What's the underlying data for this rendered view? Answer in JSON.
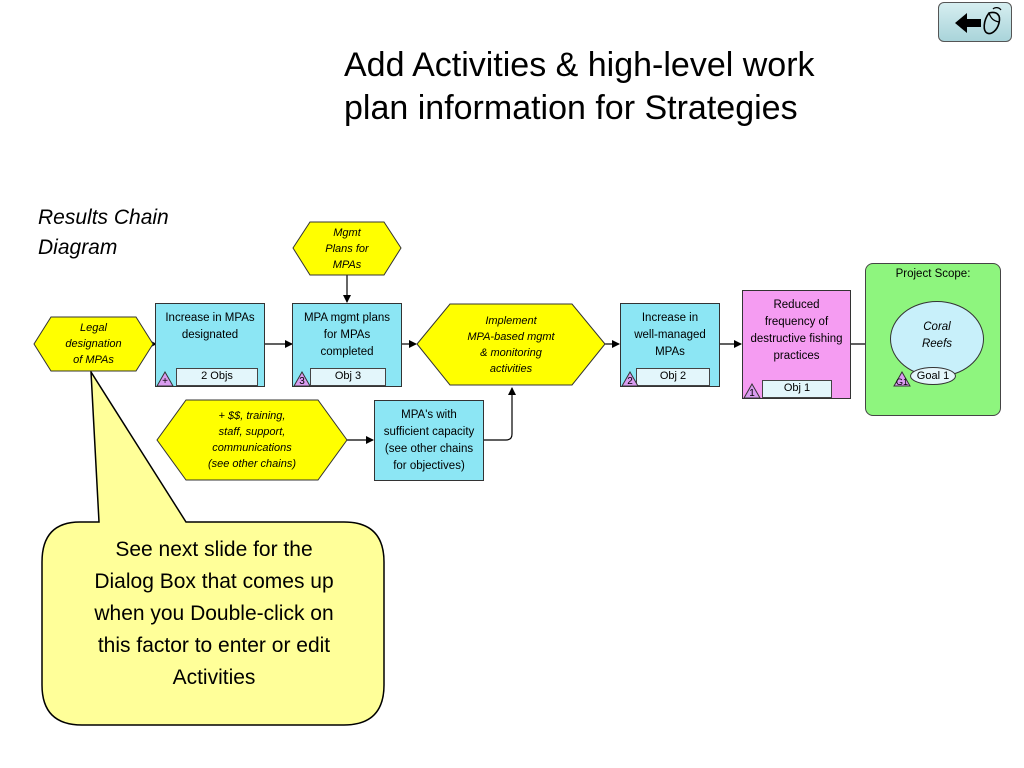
{
  "title": {
    "line1": "Add Activities & high-level work",
    "line2": "plan information for Strategies"
  },
  "subtitle": {
    "line1": "Results Chain",
    "line2": "Diagram"
  },
  "nav": {
    "icon": "back-arrow-mouse-icon"
  },
  "diagram": {
    "factors": {
      "legal": {
        "lines": [
          "Legal",
          "designation",
          "of MPAs"
        ],
        "color": "#ffff00"
      },
      "mgmt_plans": {
        "lines": [
          "Mgmt",
          "Plans for",
          "MPAs"
        ],
        "color": "#ffff00"
      },
      "implement": {
        "lines": [
          "Implement",
          "MPA-based mgmt",
          "& monitoring",
          "activities"
        ],
        "color": "#ffff00"
      },
      "resources": {
        "lines": [
          "+ $$, training,",
          "staff, support,",
          "communications",
          "(see other chains)"
        ],
        "color": "#ffff00"
      }
    },
    "results": {
      "increase_mpas": {
        "lines": [
          "Increase in MPAs",
          "designated"
        ],
        "obj": "2 Objs",
        "tag": "+",
        "color": "#8ce6f4"
      },
      "mpa_plans": {
        "lines": [
          "MPA mgmt plans",
          "for MPAs",
          "completed"
        ],
        "obj": "Obj 3",
        "tag": "3",
        "color": "#8ce6f4"
      },
      "well_managed": {
        "lines": [
          "Increase in",
          "well-managed",
          "MPAs"
        ],
        "obj": "Obj 2",
        "tag": "2",
        "color": "#8ce6f4"
      },
      "capacity": {
        "lines": [
          "MPA's with",
          "sufficient capacity",
          "(see other chains",
          "for objectives)"
        ],
        "color": "#8ce6f4"
      },
      "reduced": {
        "lines": [
          "Reduced",
          "frequency of",
          "destructive fishing",
          "practices"
        ],
        "obj": "Obj 1",
        "tag": "1",
        "color": "#f59cf2"
      }
    },
    "scope": {
      "label": "Project Scope:",
      "target_lines": [
        "Coral",
        "Reefs"
      ],
      "goal": "Goal 1",
      "goal_tag": "G1",
      "color": "#8ef57e"
    }
  },
  "callout": {
    "lines": [
      "See next slide for the",
      "Dialog Box that comes up",
      "when you Double-click on",
      "this factor to enter or edit",
      "Activities"
    ],
    "color": "#ffff99"
  }
}
